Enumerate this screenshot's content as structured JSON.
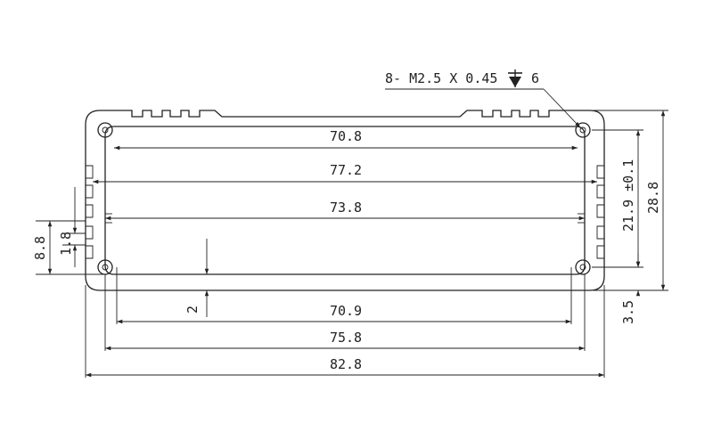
{
  "callout": {
    "prefix": "8- M2.5 X 0.45",
    "depth_symbol": "depth-symbol",
    "depth": "6"
  },
  "dimensions": {
    "d70_8": "70.8",
    "d77_2": "77.2",
    "d73_8": "73.8",
    "d70_9": "70.9",
    "d75_8": "75.8",
    "d82_8": "82.8",
    "d21_9": "21.9 ±0.1",
    "d28_8": "28.8",
    "d3_5": "3.5",
    "d8_8": "8.8",
    "d1_8": "1.8",
    "d2": "2"
  }
}
